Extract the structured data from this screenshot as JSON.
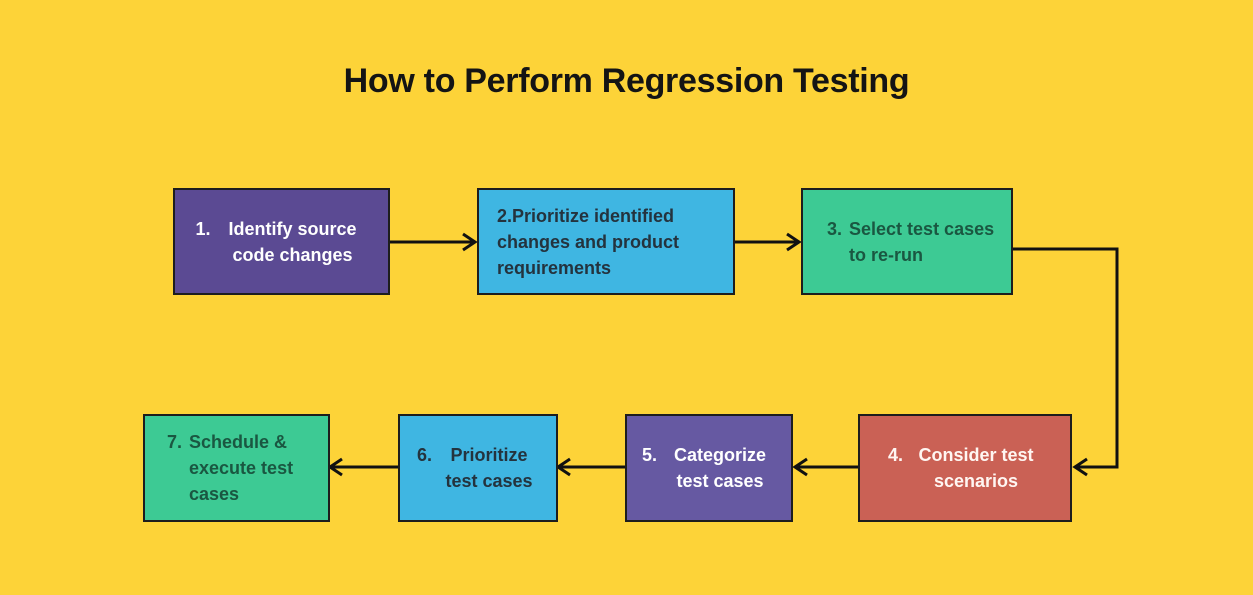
{
  "title": "How to Perform Regression Testing",
  "steps": [
    {
      "number": "1.",
      "text": "Identify source code changes"
    },
    {
      "number": "2.",
      "text": "Prioritize identified changes and product requirements"
    },
    {
      "number": "3.",
      "text": "Select test cases to re-run"
    },
    {
      "number": "4.",
      "text": "Consider test scenarios"
    },
    {
      "number": "5.",
      "text": "Categorize test cases"
    },
    {
      "number": "6.",
      "text": "Prioritize test cases"
    },
    {
      "number": "7.",
      "text": "Schedule & execute test cases"
    }
  ],
  "colors": {
    "background": "#fdd338",
    "title_text": "#141414",
    "box_border": "#1d1d1d",
    "arrow": "#111111",
    "step1_purple": "#5b4a93",
    "step5_purple": "#6659a2",
    "step2_step6_blue": "#3fb6e2",
    "step3_step7_green": "#3dca94",
    "step4_red": "#ca6155",
    "text_on_blue": "#24333e",
    "text_on_green": "#1a5741",
    "text_on_purple_red": "#ffffff"
  }
}
